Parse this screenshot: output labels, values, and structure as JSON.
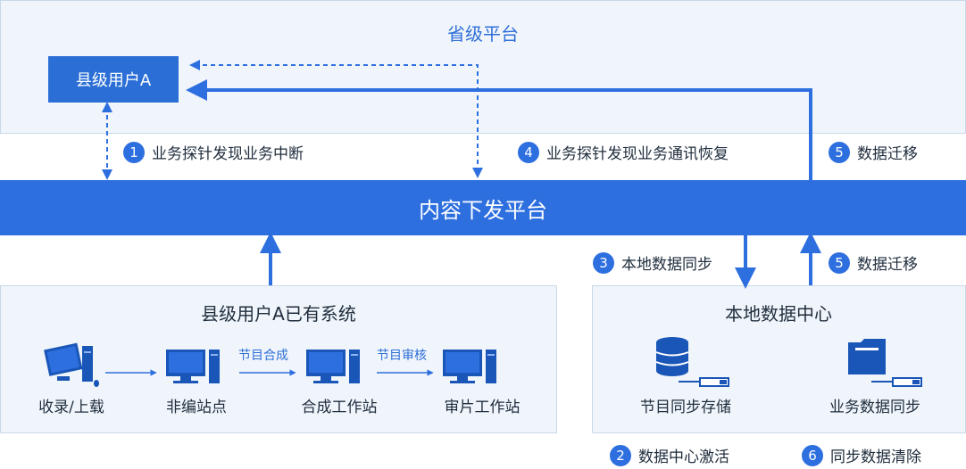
{
  "provincial_platform": {
    "title": "省级平台"
  },
  "county_user": {
    "label": "县级用户A"
  },
  "cdn_platform": {
    "label": "内容下发平台"
  },
  "steps": {
    "s1": {
      "num": "1",
      "text": "业务探针发现业务中断"
    },
    "s4": {
      "num": "4",
      "text": "业务探针发现业务通讯恢复"
    },
    "s5a": {
      "num": "5",
      "text": "数据迁移"
    },
    "s3": {
      "num": "3",
      "text": "本地数据同步"
    },
    "s5b": {
      "num": "5",
      "text": "数据迁移"
    },
    "s2": {
      "num": "2",
      "text": "数据中心激活"
    },
    "s6": {
      "num": "6",
      "text": "同步数据清除"
    }
  },
  "existing_system": {
    "title": "县级用户A已有系统",
    "nodes": [
      "收录/上载",
      "非编站点",
      "合成工作站",
      "审片工作站"
    ],
    "edge_labels": [
      "节目合成",
      "节目审核"
    ]
  },
  "data_center": {
    "title": "本地数据中心",
    "items": [
      "节目同步存储",
      "业务数据同步"
    ]
  },
  "icons": [
    "workstation-icon",
    "database-icon",
    "folder-icon"
  ],
  "colors": {
    "accent": "#2e6fe0",
    "panel_bg": "#f0f5fb",
    "text": "#1f2d3d"
  }
}
